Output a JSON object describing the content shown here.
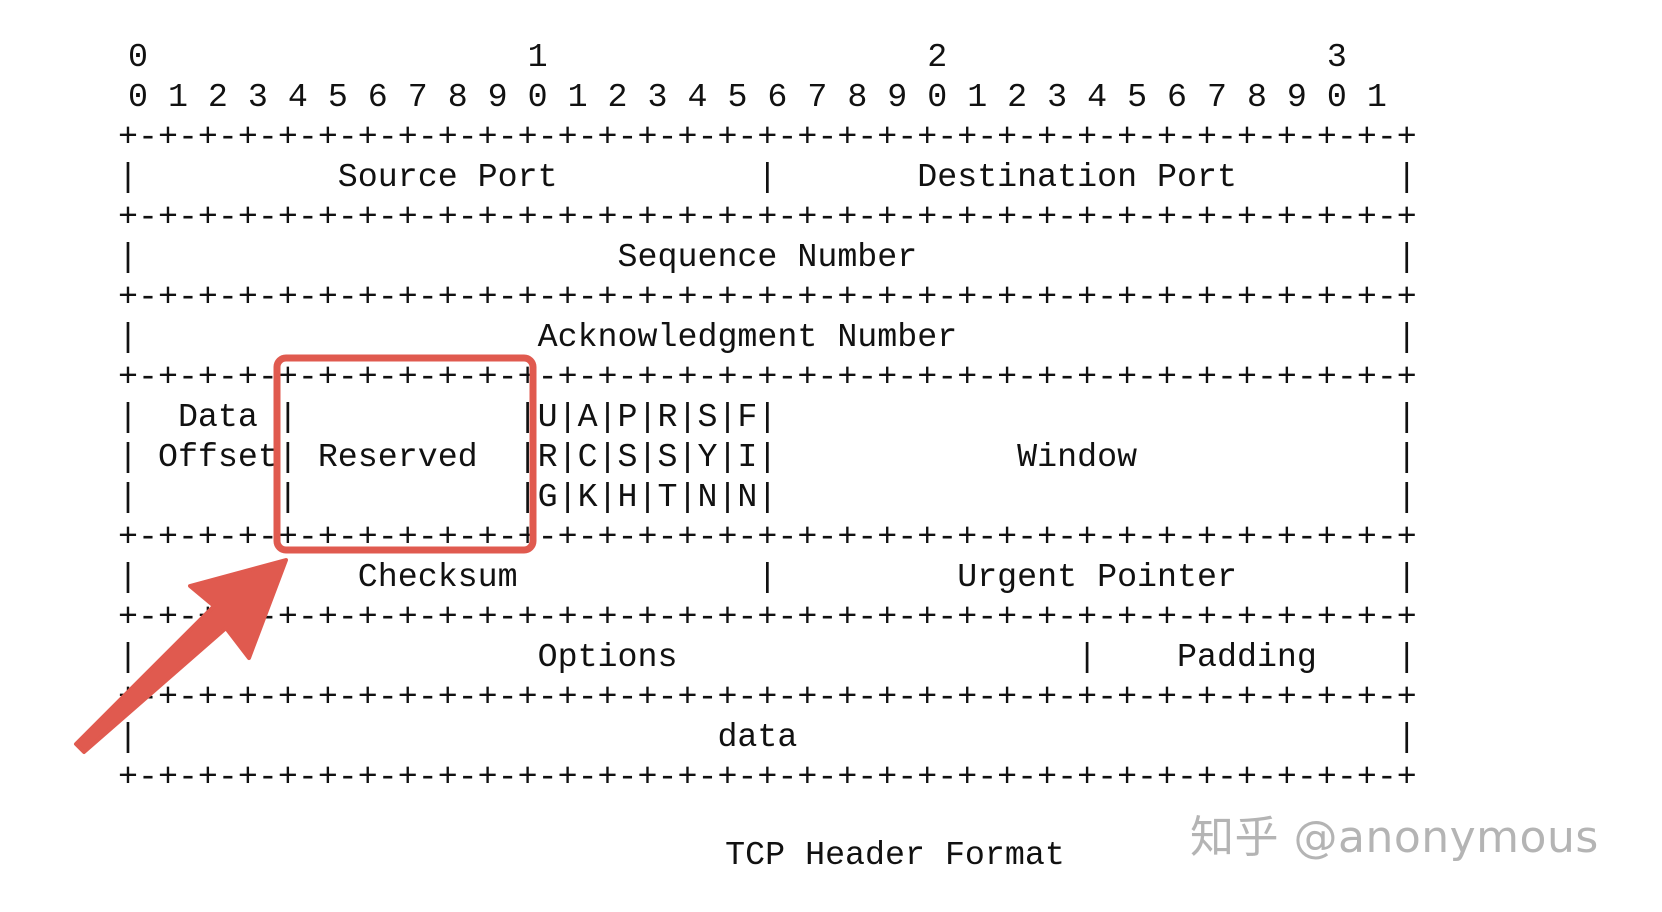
{
  "diagram": {
    "title": "TCP Header Format",
    "ruler": {
      "decades": "0                   1                   2                   3",
      "bits": "0 1 2 3 4 5 6 7 8 9 0 1 2 3 4 5 6 7 8 9 0 1 2 3 4 5 6 7 8 9 0 1"
    },
    "lines": [
      "+-+-+-+-+-+-+-+-+-+-+-+-+-+-+-+-+-+-+-+-+-+-+-+-+-+-+-+-+-+-+-+-+",
      "|          Source Port          |       Destination Port        |",
      "+-+-+-+-+-+-+-+-+-+-+-+-+-+-+-+-+-+-+-+-+-+-+-+-+-+-+-+-+-+-+-+-+",
      "|                        Sequence Number                        |",
      "+-+-+-+-+-+-+-+-+-+-+-+-+-+-+-+-+-+-+-+-+-+-+-+-+-+-+-+-+-+-+-+-+",
      "|                    Acknowledgment Number                      |",
      "+-+-+-+-+-+-+-+-+-+-+-+-+-+-+-+-+-+-+-+-+-+-+-+-+-+-+-+-+-+-+-+-+",
      "|  Data |           |U|A|P|R|S|F|                               |",
      "| Offset| Reserved  |R|C|S|S|Y|I|            Window             |",
      "|       |           |G|K|H|T|N|N|                               |",
      "+-+-+-+-+-+-+-+-+-+-+-+-+-+-+-+-+-+-+-+-+-+-+-+-+-+-+-+-+-+-+-+-+",
      "|           Checksum            |         Urgent Pointer        |",
      "+-+-+-+-+-+-+-+-+-+-+-+-+-+-+-+-+-+-+-+-+-+-+-+-+-+-+-+-+-+-+-+-+",
      "|                    Options                    |    Padding    |",
      "+-+-+-+-+-+-+-+-+-+-+-+-+-+-+-+-+-+-+-+-+-+-+-+-+-+-+-+-+-+-+-+-+",
      "|                             data                              |",
      "+-+-+-+-+-+-+-+-+-+-+-+-+-+-+-+-+-+-+-+-+-+-+-+-+-+-+-+-+-+-+-+-+"
    ],
    "fields": [
      {
        "name": "Source Port",
        "bits": 16
      },
      {
        "name": "Destination Port",
        "bits": 16
      },
      {
        "name": "Sequence Number",
        "bits": 32
      },
      {
        "name": "Acknowledgment Number",
        "bits": 32
      },
      {
        "name": "Data Offset",
        "bits": 4
      },
      {
        "name": "Reserved",
        "bits": 6
      },
      {
        "name": "URG",
        "bits": 1
      },
      {
        "name": "ACK",
        "bits": 1
      },
      {
        "name": "PSH",
        "bits": 1
      },
      {
        "name": "RST",
        "bits": 1
      },
      {
        "name": "SYN",
        "bits": 1
      },
      {
        "name": "FIN",
        "bits": 1
      },
      {
        "name": "Window",
        "bits": 16
      },
      {
        "name": "Checksum",
        "bits": 16
      },
      {
        "name": "Urgent Pointer",
        "bits": 16
      },
      {
        "name": "Options",
        "bits": 24
      },
      {
        "name": "Padding",
        "bits": 8
      },
      {
        "name": "data",
        "bits": 32
      }
    ]
  },
  "annotation": {
    "highlighted_field": "Reserved",
    "highlight_color": "#e05a4f",
    "arrow_color": "#e05a4f"
  },
  "watermark": {
    "text": "知乎 @anonymous"
  }
}
